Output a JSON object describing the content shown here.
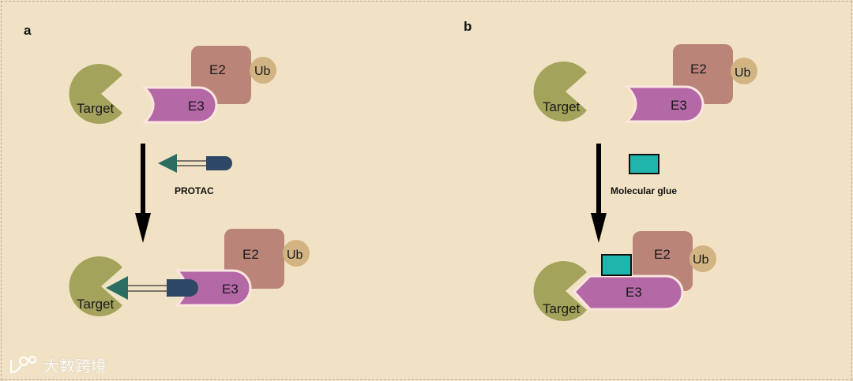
{
  "panels": {
    "a": {
      "label": "a",
      "top": {
        "target": "Target",
        "e2": "E2",
        "ub": "Ub",
        "e3": "E3"
      },
      "reagent": "PROTAC",
      "bottom": {
        "target": "Target",
        "e2": "E2",
        "ub": "Ub",
        "e3": "E3"
      }
    },
    "b": {
      "label": "b",
      "top": {
        "target": "Target",
        "e2": "E2",
        "ub": "Ub",
        "e3": "E3"
      },
      "reagent": "Molecular glue",
      "bottom": {
        "target": "Target",
        "e2": "E2",
        "ub": "Ub",
        "e3": "E3"
      }
    }
  },
  "watermark": "大数跨境",
  "colors": {
    "background": "#f1e2c5",
    "target": "#a3a35c",
    "e2": "#ba8479",
    "ub": "#d2b483",
    "e3": "#b468a6",
    "e3_outline": "#fae6de",
    "protac_warhead": "#2b6d60",
    "protac_anchor": "#2d4766",
    "glue": "#1fb5ac",
    "arrow": "#000000"
  }
}
